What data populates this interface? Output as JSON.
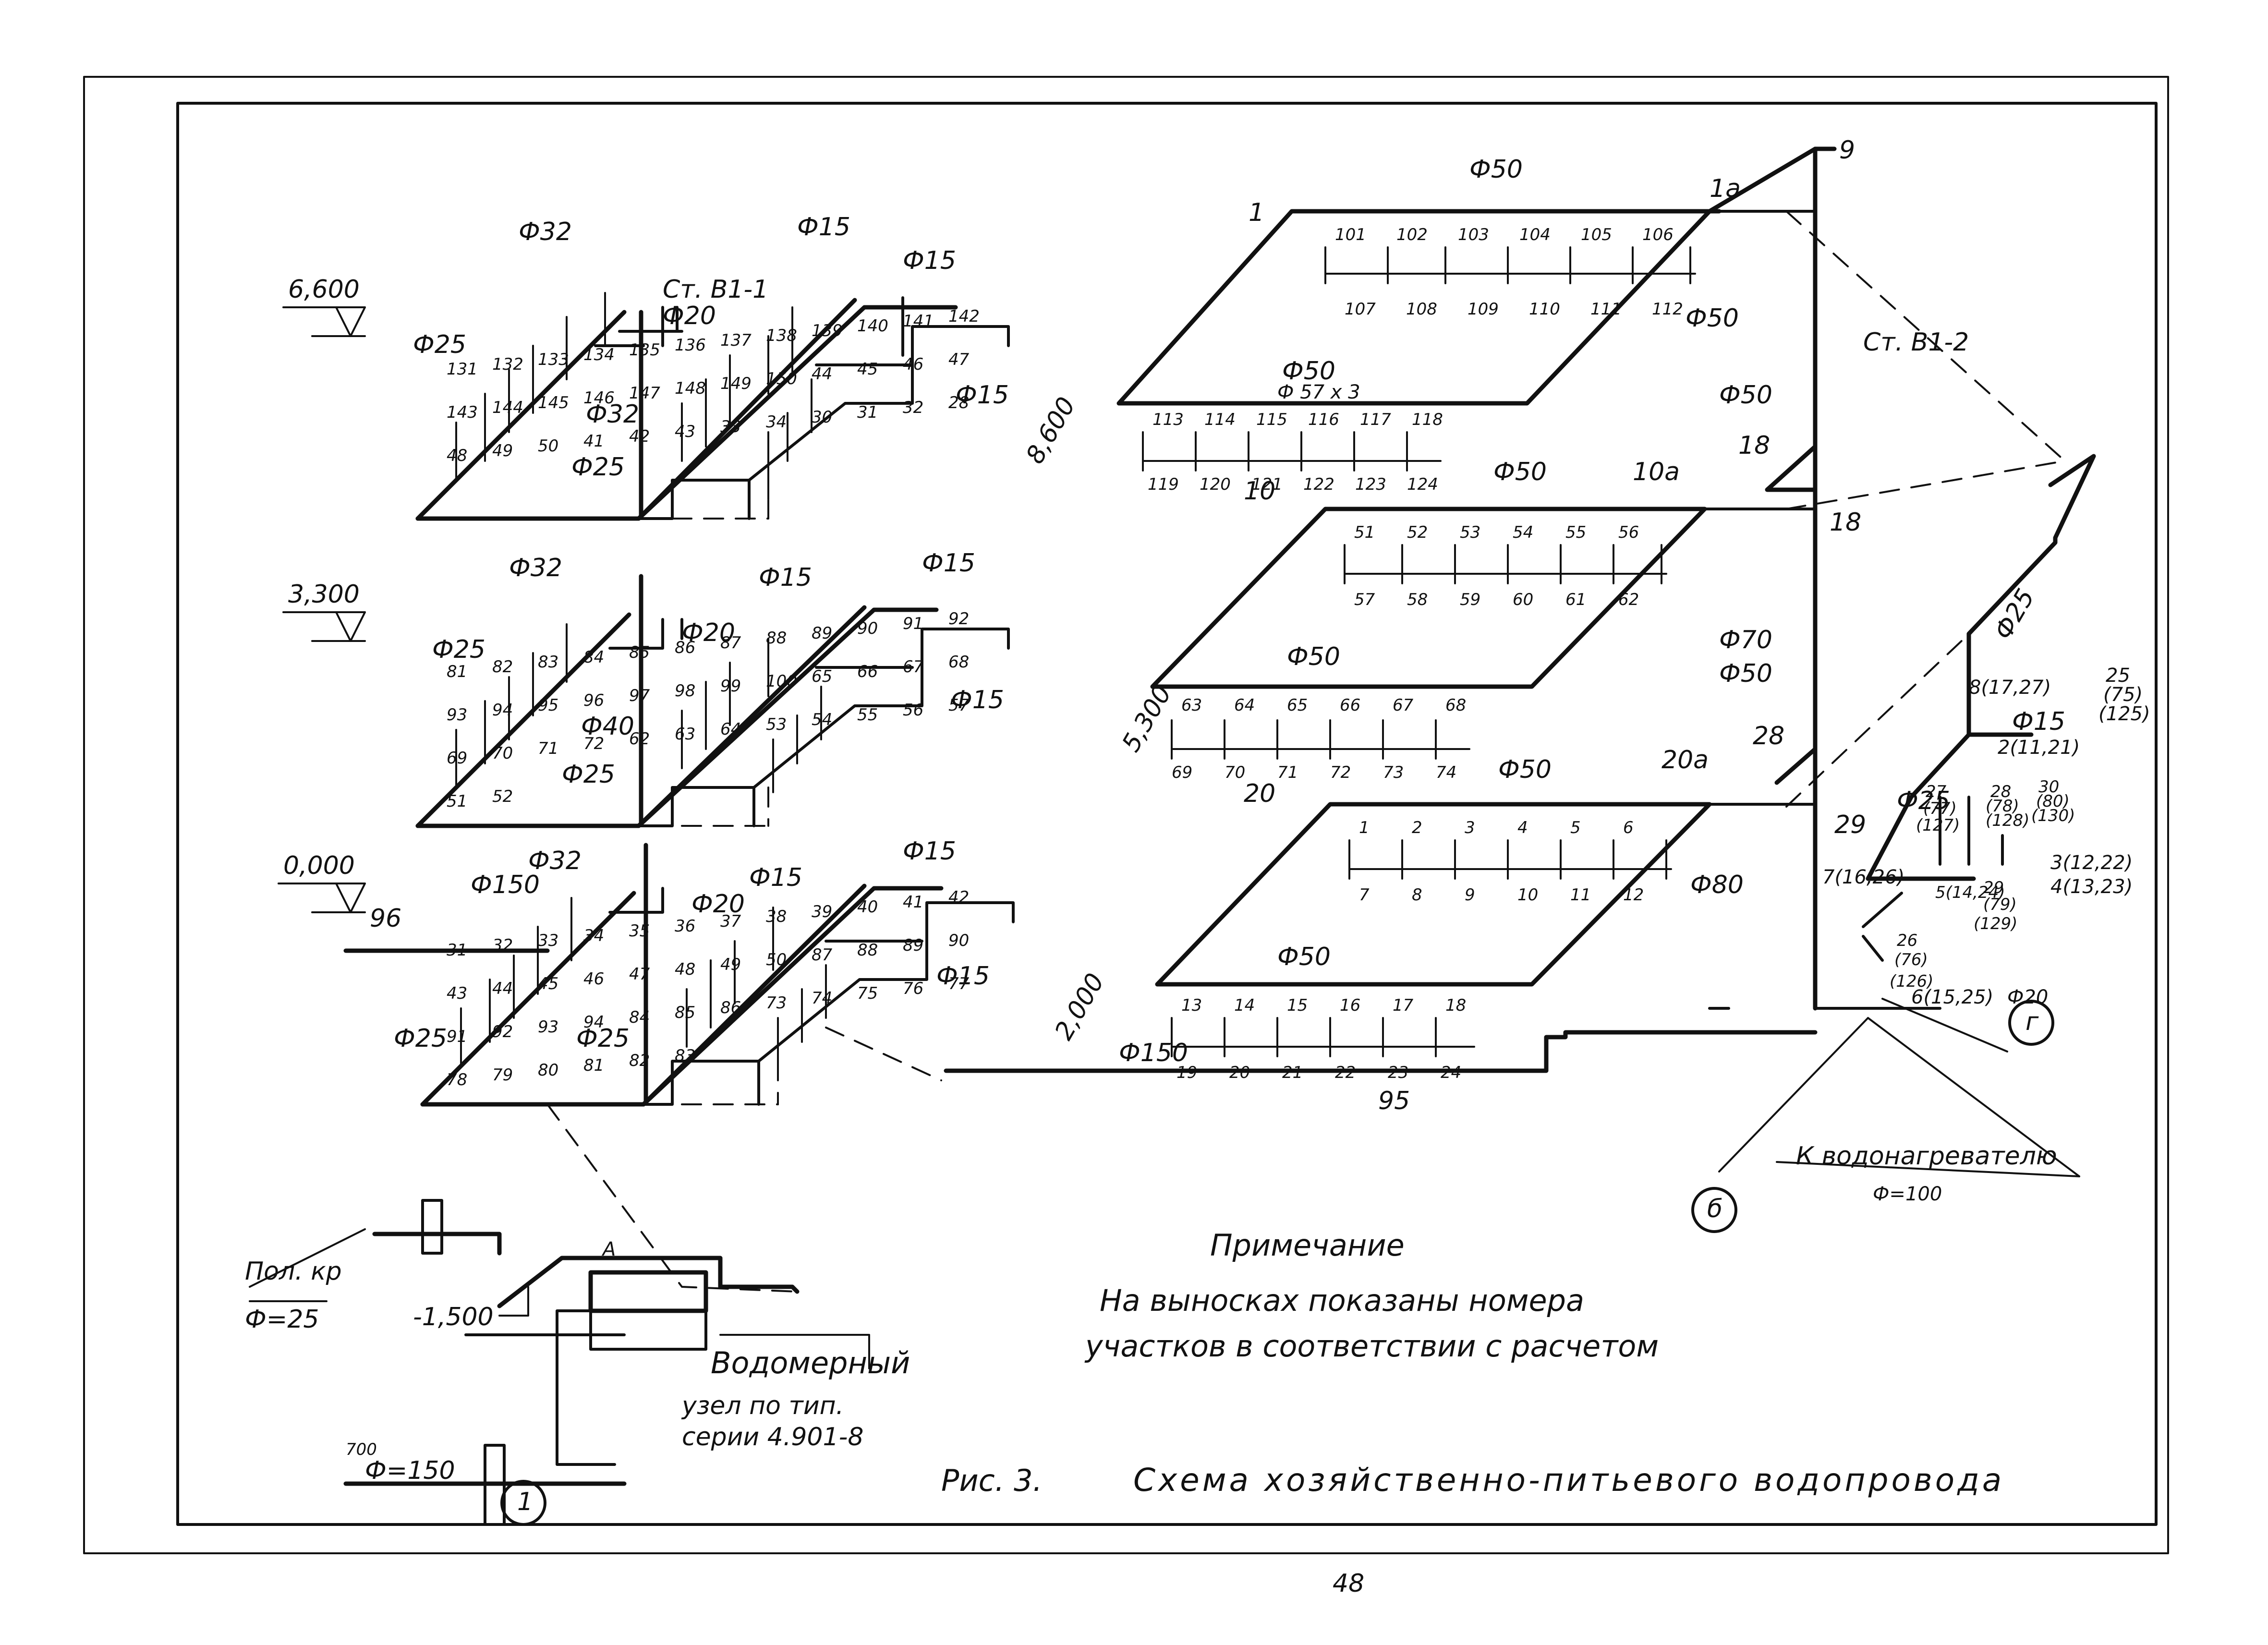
{
  "note": {
    "title": "Примечание",
    "line1": "На выносках показаны номера",
    "line2": "участков в соответствии с расчетом"
  },
  "caption": {
    "fig": "Рис. 3.",
    "title": "Схема хозяйственно-питьевого водопровода"
  },
  "page_number": "48",
  "water_meter": {
    "line1": "Водомерный",
    "line2": "узел по тип.",
    "line3": "серии 4.901-8"
  },
  "inlet": {
    "pol_kr": "Пол. кр",
    "pol_kr_d": "Ф=25",
    "elev": "-1,500",
    "d150": "Ф=150",
    "d700": "700",
    "node_letter": "А",
    "circle": "1"
  },
  "heater": {
    "label": "К водонагревателю",
    "diameter": "Ф=100"
  },
  "circles": {
    "b": "б",
    "g": "г"
  },
  "elevations": {
    "e6600": "6,600",
    "e3300": "3,300",
    "e0000": "0,000",
    "e8600": "8,600",
    "e5300": "5,300",
    "e2000": "2,000"
  },
  "risers": {
    "st1": "Ст. В1-1",
    "st2": "Ст. В1-2"
  },
  "diam": {
    "d15": "Ф15",
    "d20": "Ф20",
    "d25": "Ф25",
    "d32": "Ф32",
    "d40": "Ф40",
    "d50": "Ф50",
    "d70": "Ф70",
    "d80": "Ф80",
    "d150": "Ф150",
    "d57": "Ф 57 x 3"
  },
  "main_labels": {
    "l1": "1",
    "l1a": "1а",
    "l9": "9",
    "l10": "10",
    "l10a": "10а",
    "l18": "18",
    "l18b": "18",
    "l20": "20",
    "l20a": "20а",
    "l28": "28",
    "l29": "29",
    "l95": "95",
    "l96": "96",
    "r8": "8(17,27)",
    "r2": "2(11,21)",
    "r25": "25",
    "r25b": "(75)",
    "r25c": "(125)",
    "r27": "27",
    "r27b": "(77)",
    "r27c": "(127)",
    "r28": "28",
    "r28b": "(78)",
    "r28c": "(128)",
    "r30": "30",
    "r30b": "(80)",
    "r30c": "(130)",
    "r3": "3(12,22)",
    "r4": "4(13,23)",
    "r5": "5(14,24)",
    "r29": "29",
    "r29b": "(79)",
    "r29c": "(129)",
    "r7": "7(16,26)",
    "r26": "26",
    "r26b": "(76)",
    "r26c": "(126)",
    "r6": "6(15,25)",
    "r6d": "Ф20"
  },
  "fixture_rows": [
    [
      "101",
      "102",
      "103",
      "104",
      "105",
      "106"
    ],
    [
      "107",
      "108",
      "109",
      "110",
      "111",
      "112"
    ],
    [
      "113",
      "114",
      "115",
      "116",
      "117",
      "118"
    ],
    [
      "119",
      "120",
      "121",
      "122",
      "123",
      "124"
    ],
    [
      "51",
      "52",
      "53",
      "54",
      "55",
      "56"
    ],
    [
      "57",
      "58",
      "59",
      "60",
      "61",
      "62"
    ],
    [
      "63",
      "64",
      "65",
      "66",
      "67",
      "68"
    ],
    [
      "69",
      "70",
      "71",
      "72",
      "73",
      "74"
    ],
    [
      "1",
      "2",
      "3",
      "4",
      "5",
      "6"
    ],
    [
      "7",
      "8",
      "9",
      "10",
      "11",
      "12"
    ],
    [
      "13",
      "14",
      "15",
      "16",
      "17",
      "18"
    ],
    [
      "19",
      "20",
      "21",
      "22",
      "23",
      "24"
    ]
  ],
  "left_nodes": {
    "top": [
      "131",
      "132",
      "133",
      "134",
      "135",
      "136",
      "137",
      "138",
      "139",
      "140",
      "141",
      "142",
      "143",
      "144",
      "145",
      "146",
      "147",
      "148",
      "149",
      "150",
      "44",
      "45",
      "46",
      "47",
      "48",
      "49",
      "50",
      "41",
      "42",
      "43",
      "33",
      "34",
      "30",
      "31",
      "32",
      "28"
    ],
    "mid": [
      "81",
      "82",
      "83",
      "84",
      "85",
      "86",
      "87",
      "88",
      "89",
      "90",
      "91",
      "92",
      "93",
      "94",
      "95",
      "96",
      "97",
      "98",
      "99",
      "100",
      "65",
      "66",
      "67",
      "68",
      "69",
      "70",
      "71",
      "72",
      "62",
      "63",
      "64",
      "53",
      "54",
      "55",
      "56",
      "57",
      "51",
      "52"
    ],
    "bot": [
      "31",
      "32",
      "33",
      "34",
      "35",
      "36",
      "37",
      "38",
      "39",
      "40",
      "41",
      "42",
      "43",
      "44",
      "45",
      "46",
      "47",
      "48",
      "49",
      "50",
      "87",
      "88",
      "89",
      "90",
      "91",
      "92",
      "93",
      "94",
      "84",
      "85",
      "86",
      "73",
      "74",
      "75",
      "76",
      "77",
      "78",
      "79",
      "80",
      "81",
      "82",
      "83"
    ]
  }
}
